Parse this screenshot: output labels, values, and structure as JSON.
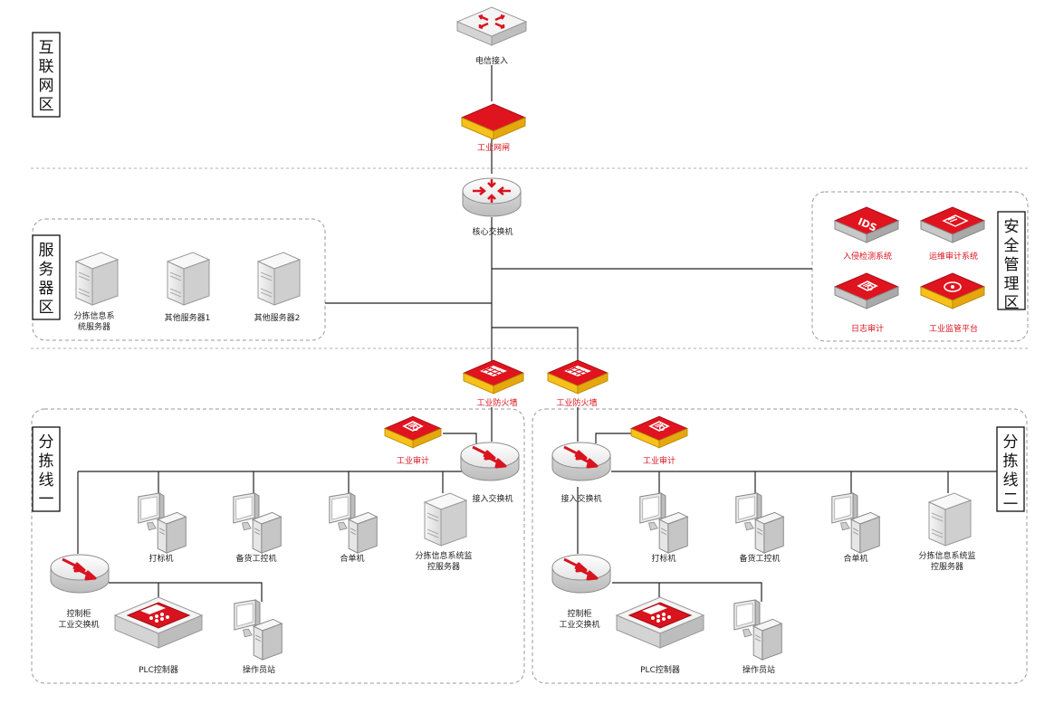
{
  "zones": {
    "internet": "互联网区",
    "server": "服务器区",
    "security": "安全管理区",
    "line1": "分拣线一",
    "line2": "分拣线二"
  },
  "top": {
    "telecom": "电信接入",
    "gateway": "工业网闸",
    "core_switch": "核心交换机"
  },
  "servers": {
    "s1_line1": "分拣信息系",
    "s1_line2": "统服务器",
    "s2": "其他服务器1",
    "s3": "其他服务器2"
  },
  "security": {
    "ids": "入侵检测系统",
    "ids_icon_text": "IDS",
    "ops_audit": "运维审计系统",
    "log_audit": "日志审计",
    "monitor": "工业监管平台"
  },
  "line1": {
    "firewall": "工业防火墙",
    "audit": "工业审计",
    "access_switch": "接入交换机",
    "printer_pc": "打标机",
    "stock_pc": "备货工控机",
    "merge_pc": "合单机",
    "monitor_server_1": "分拣信息系统监",
    "monitor_server_2": "控服务器",
    "cabinet_switch_1": "控制柜",
    "cabinet_switch_2": "工业交换机",
    "plc": "PLC控制器",
    "operator": "操作员站"
  },
  "line2": {
    "firewall": "工业防火墙",
    "audit": "工业审计",
    "access_switch": "接入交换机",
    "printer_pc": "打标机",
    "stock_pc": "备货工控机",
    "merge_pc": "合单机",
    "monitor_server_1": "分拣信息系统监",
    "monitor_server_2": "控服务器",
    "cabinet_switch_1": "控制柜",
    "cabinet_switch_2": "工业交换机",
    "plc": "PLC控制器",
    "operator": "操作员站"
  },
  "colors": {
    "red": "#d9141f",
    "yellow": "#f5c518",
    "line": "#222222",
    "zone_border": "#9a9a9a"
  }
}
